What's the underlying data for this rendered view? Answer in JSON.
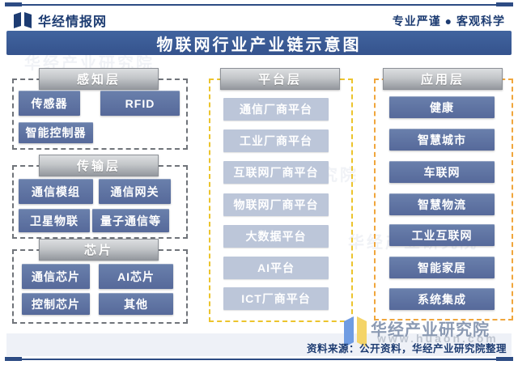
{
  "header": {
    "brand": "华经情报网",
    "slogan": "专业严谨 ● 客观科学",
    "title": "物联网行业产业链示意图"
  },
  "columns": {
    "left": {
      "sections": [
        {
          "title": "感知层",
          "items": [
            "传感器",
            "RFID",
            "智能控制器"
          ]
        },
        {
          "title": "传输层",
          "items": [
            "通信模组",
            "通信网关",
            "卫星物联",
            "量子通信等"
          ]
        },
        {
          "title": "芯片",
          "items": [
            "通信芯片",
            "AI芯片",
            "控制芯片",
            "其他"
          ]
        }
      ]
    },
    "middle": {
      "title": "平台层",
      "items": [
        "通信厂商平台",
        "工业厂商平台",
        "互联网厂商平台",
        "物联网厂商平台",
        "大数据平台",
        "AI平台",
        "ICT厂商平台"
      ]
    },
    "right": {
      "title": "应用层",
      "items": [
        "健康",
        "智慧城市",
        "车联网",
        "智慧物流",
        "工业互联网",
        "智能家居",
        "系统集成"
      ]
    }
  },
  "watermark": {
    "text": "华经产业研究院"
  },
  "footer": {
    "logo_text": "华经产业研究院",
    "watermark": "www.huaon.com",
    "source": "资料来源：公开资料，华经产业研究院整理"
  },
  "colors": {
    "title_bar": "#3a5b97",
    "node_dark": "#5d74a2",
    "node_light": "#bcc6d9",
    "dash_gray": "#70747a",
    "dash_yellow": "#ecc42d",
    "dash_orange": "#f0a63c",
    "navy_text": "#1d3c72"
  }
}
